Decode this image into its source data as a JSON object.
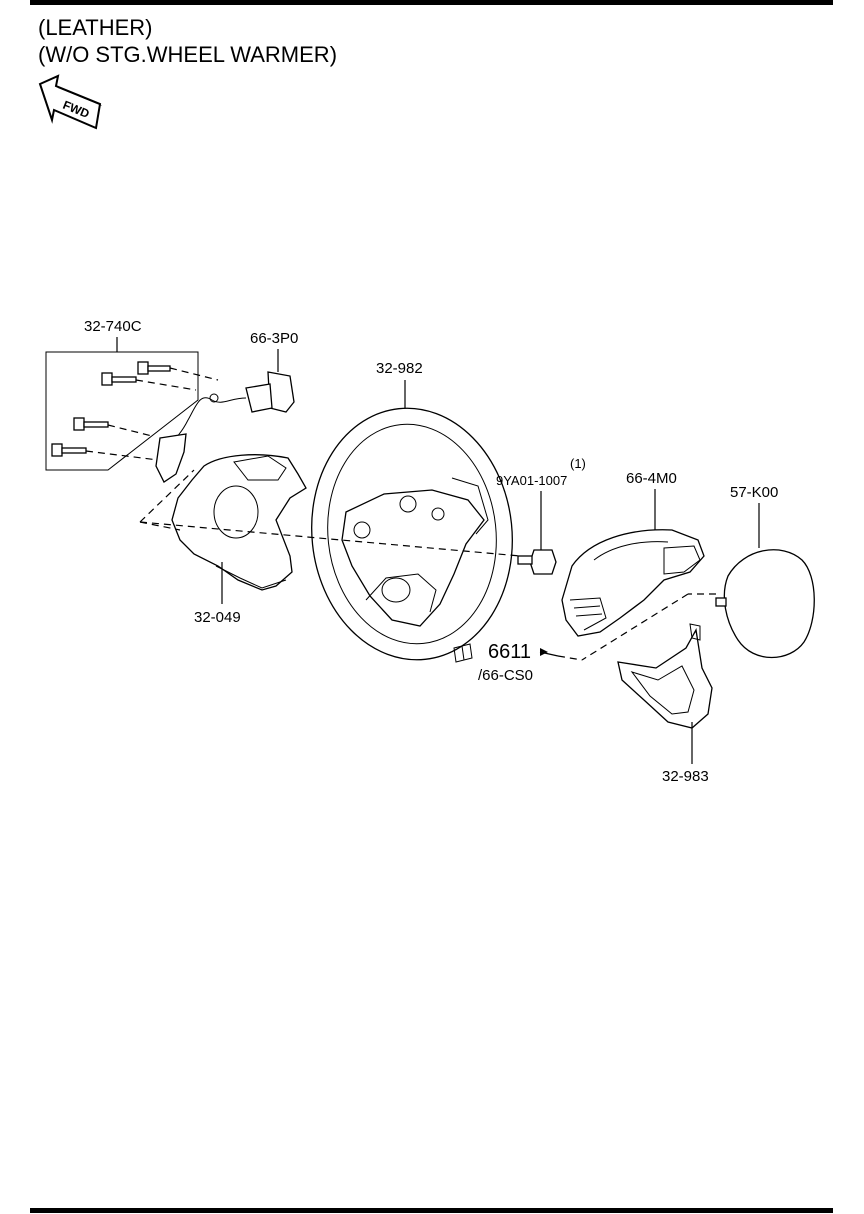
{
  "header": {
    "line1": "(LEATHER)",
    "line2": "(W/O STG.WHEEL WARMER)"
  },
  "fwd_arrow": {
    "label": "FWD"
  },
  "callouts": {
    "bolt_set": "32-740C",
    "airbag_module": "66-3P0",
    "steering_wheel": "32-982",
    "bolt_qty": "(1)",
    "bolt": "9YA01-1007",
    "switch_assembly": "66-4M0",
    "cover_right": "57-K00",
    "lower_cover": "32-049",
    "ref_section": "6611",
    "ref_subsection": "/66-CS0",
    "garnish": "32-983"
  }
}
